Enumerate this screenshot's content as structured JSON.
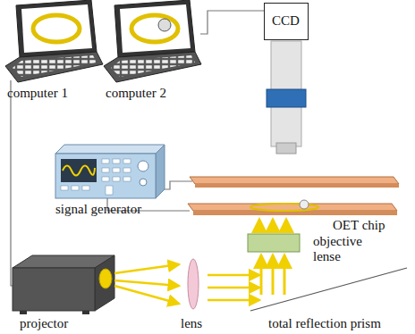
{
  "diagram": {
    "nodes": [
      {
        "text": [
          "CCD"
        ]
      }
    ],
    "labels": [
      "computer 1",
      "computer 2",
      "signal generator",
      "OET chip",
      "objective lense",
      "projector",
      "lens",
      "total reflection prism"
    ]
  }
}
